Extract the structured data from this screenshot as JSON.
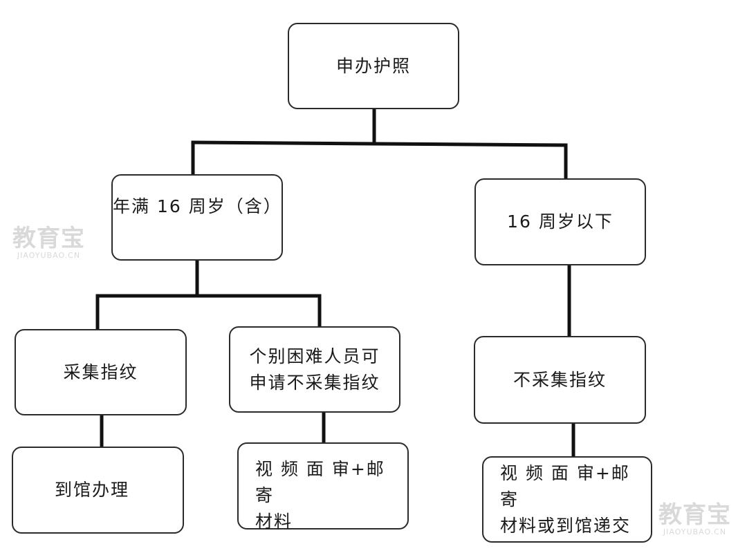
{
  "nodes": {
    "root": "申办护照",
    "age16plus": "年满 16 周岁（含）",
    "under16": "16 周岁以下",
    "collect_fingerprint": "采集指纹",
    "exemption_request": "个别困难人员可\n申请不采集指纹",
    "no_fingerprint": "不采集指纹",
    "visit_office": "到馆办理",
    "video_review_mail": "视 频 面 审+邮 寄\n材料",
    "video_review_mail_or_visit": "视 频 面 审+邮 寄\n材料或到馆递交"
  },
  "watermark": {
    "brand": "教育宝",
    "url": "JIAOYUBAO.CN"
  }
}
